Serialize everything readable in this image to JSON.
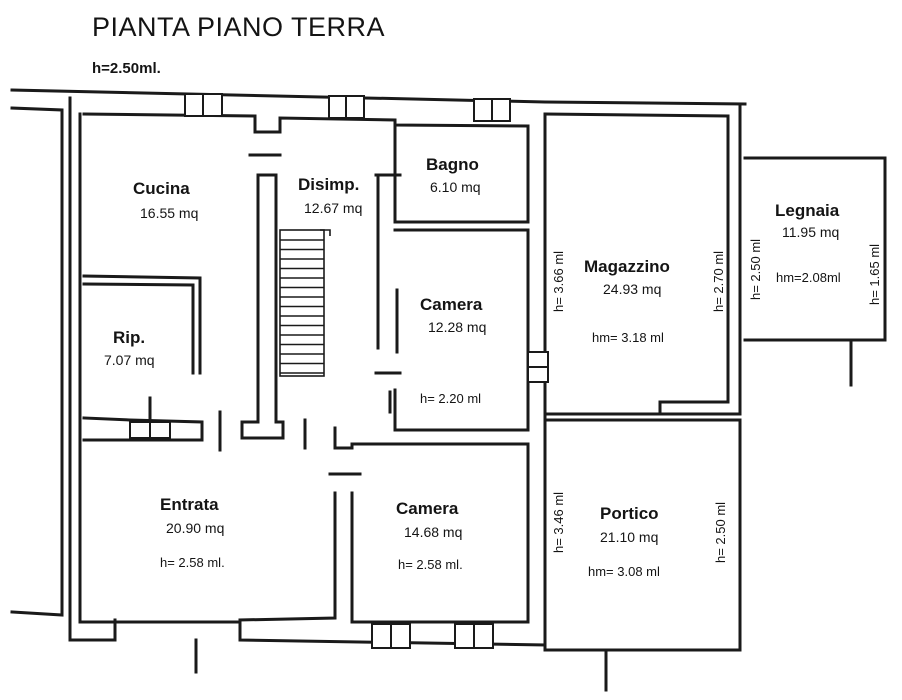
{
  "title": "PIANTA PIANO TERRA",
  "subtitle": "h=2.50ml.",
  "rooms": {
    "cucina": {
      "name": "Cucina",
      "area": "16.55 mq"
    },
    "disimp": {
      "name": "Disimp.",
      "area": "12.67 mq"
    },
    "bagno": {
      "name": "Bagno",
      "area": "6.10 mq"
    },
    "rip": {
      "name": "Rip.",
      "area": "7.07 mq"
    },
    "camera1": {
      "name": "Camera",
      "area": "12.28 mq",
      "height": "h= 2.20 ml"
    },
    "magazzino": {
      "name": "Magazzino",
      "area": "24.93 mq",
      "height": "hm= 3.18 ml",
      "side_left": "h= 3.66 ml",
      "side_right": "h= 2.70 ml"
    },
    "legnaia": {
      "name": "Legnaia",
      "area": "11.95 mq",
      "height": "hm=2.08ml",
      "side_left": "h= 2.50 ml",
      "side_right": "h= 1.65 ml"
    },
    "entrata": {
      "name": "Entrata",
      "area": "20.90 mq",
      "height": "h= 2.58 ml."
    },
    "camera2": {
      "name": "Camera",
      "area": "14.68 mq",
      "height": "h= 2.58 ml."
    },
    "portico": {
      "name": "Portico",
      "area": "21.10 mq",
      "height": "hm= 3.08 ml",
      "side_left": "h= 3.46 ml",
      "side_right": "h= 2.50 ml"
    }
  }
}
